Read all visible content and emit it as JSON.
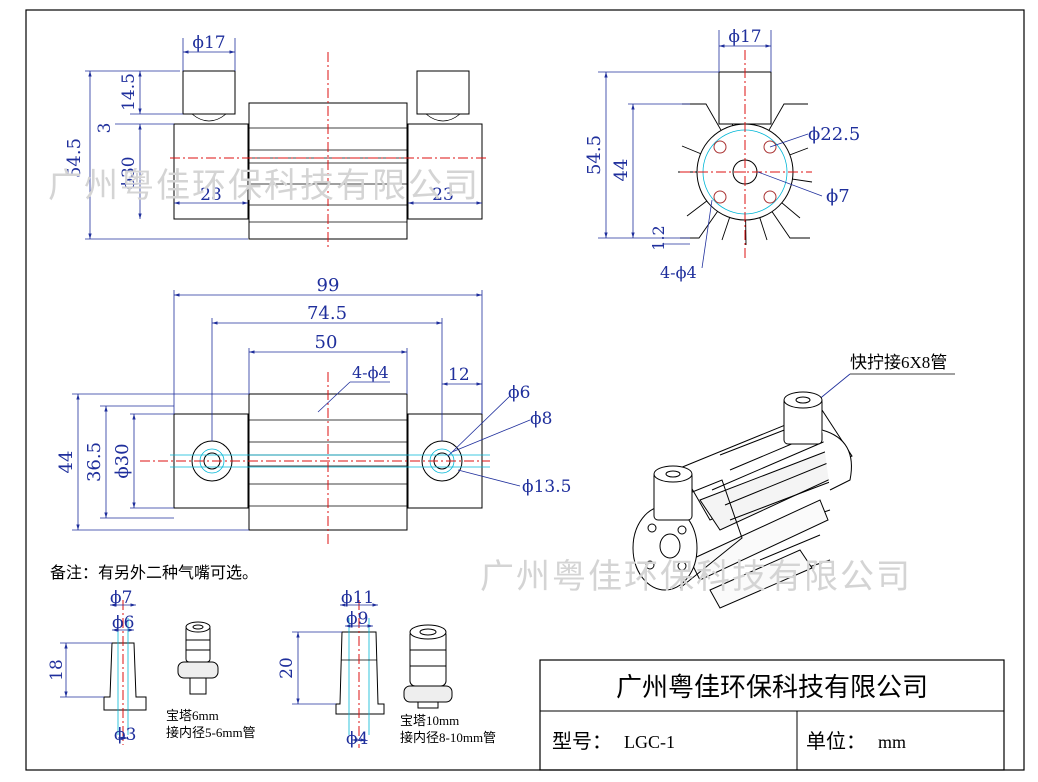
{
  "watermark": "广州粤佳环保科技有限公司",
  "dimensions": {
    "top_front": {
      "d17": "ϕ17",
      "h14_5": "14.5",
      "h3": "3",
      "h54_5": "54.5",
      "d30": "ϕ30",
      "w23_left": "23",
      "w23_right": "23"
    },
    "side": {
      "d17": "ϕ17",
      "d22_5": "ϕ22.5",
      "d7": "ϕ7",
      "h54_5": "54.5",
      "h44": "44",
      "h1_2": "1.2",
      "holes": "4-ϕ4"
    },
    "plan": {
      "w99": "99",
      "w74_5": "74.5",
      "w50": "50",
      "holes": "4-ϕ4",
      "w12": "12",
      "d6": "ϕ6",
      "d8": "ϕ8",
      "d13_5": "ϕ13.5",
      "h44": "44",
      "h36_5": "36.5",
      "d30": "ϕ30"
    },
    "nozzle_small": {
      "d7": "ϕ7",
      "d6": "ϕ6",
      "d3": "ϕ3",
      "h18": "18"
    },
    "nozzle_large": {
      "d11": "ϕ11",
      "d9": "ϕ9",
      "d4": "ϕ4",
      "h20": "20"
    }
  },
  "iso_label": "快拧接6X8管",
  "note": "备注：有另外二种气嘴可选。",
  "nozzle_small_caption": [
    "宝塔6mm",
    "接内径5-6mm管"
  ],
  "nozzle_large_caption": [
    "宝塔10mm",
    "接内径8-10mm管"
  ],
  "title_block": {
    "company": "广州粤佳环保科技有限公司",
    "model_label": "型号：",
    "model_value": "LGC-1",
    "unit_label": "单位：",
    "unit_value": "mm"
  },
  "colors": {
    "dimension": "#1f2f9c",
    "centerline": "#d11111",
    "hidden": "#00b6d6",
    "watermark": "#d4d4d4"
  }
}
